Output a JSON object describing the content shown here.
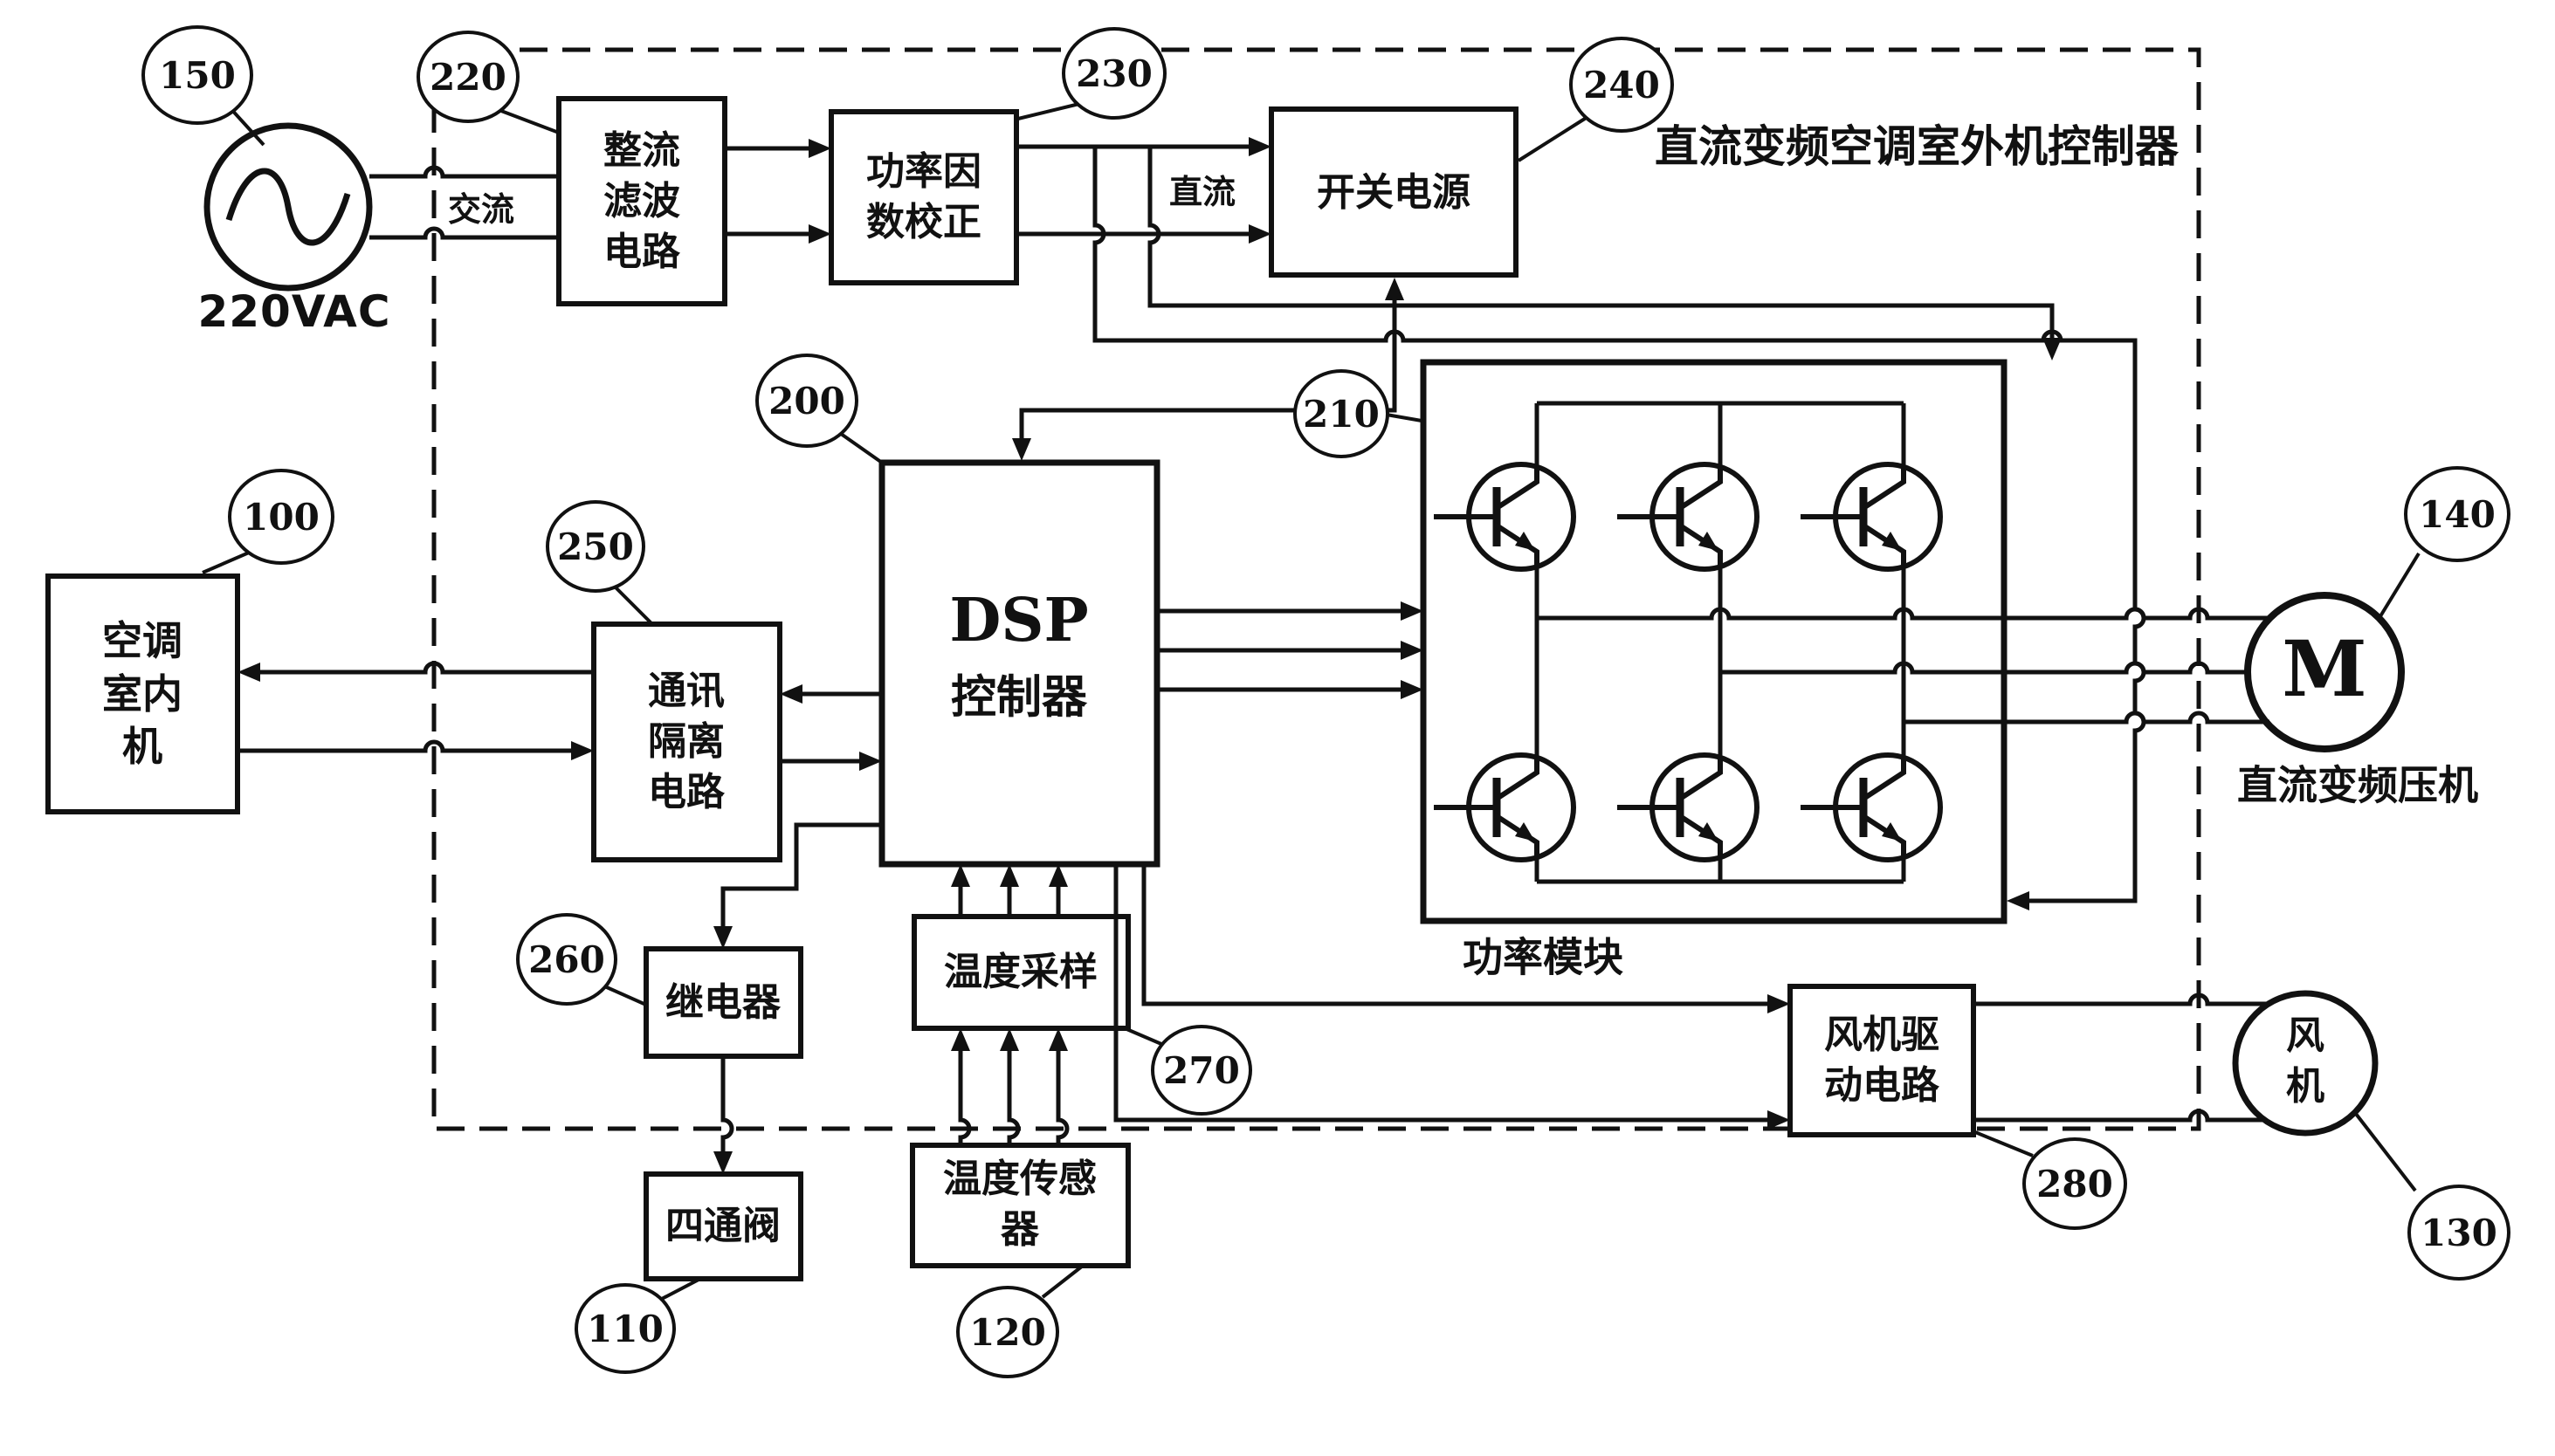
{
  "diagram": {
    "title": "直流变频空调室外机控制器",
    "power_source": {
      "label": "220VAC",
      "ref": "150",
      "symbol": "ac-sine-source"
    },
    "wire_labels": {
      "ac": "交流",
      "dc": "直流"
    },
    "blocks": {
      "indoor_unit": {
        "label": "空调\n室内\n机",
        "ref": "100"
      },
      "four_way_valve": {
        "label": "四通阀",
        "ref": "110"
      },
      "temp_sensor": {
        "label": "温度传感\n器",
        "ref": "120"
      },
      "fan": {
        "label": "风\n机",
        "ref": "130"
      },
      "compressor": {
        "label": "M",
        "caption": "直流变频压机",
        "ref": "140"
      },
      "dsp": {
        "label_en": "DSP",
        "label_cn": "控制器",
        "ref": "200"
      },
      "power_module": {
        "label": "功率模块",
        "ref": "210",
        "transistor_count": "6"
      },
      "rectifier_filter": {
        "label": "整流\n滤波\n电路",
        "ref": "220"
      },
      "pfc": {
        "label": "功率因\n数校正",
        "ref": "230"
      },
      "smps": {
        "label": "开关电源",
        "ref": "240"
      },
      "comm_isolation": {
        "label": "通讯\n隔离\n电路",
        "ref": "250"
      },
      "relay": {
        "label": "继电器",
        "ref": "260"
      },
      "temp_sampling": {
        "label": "温度采样",
        "ref": "270"
      },
      "fan_drive": {
        "label": "风机驱\n动电路",
        "ref": "280"
      }
    },
    "colors": {
      "ink": "#111111",
      "paper": "#ffffff"
    }
  }
}
